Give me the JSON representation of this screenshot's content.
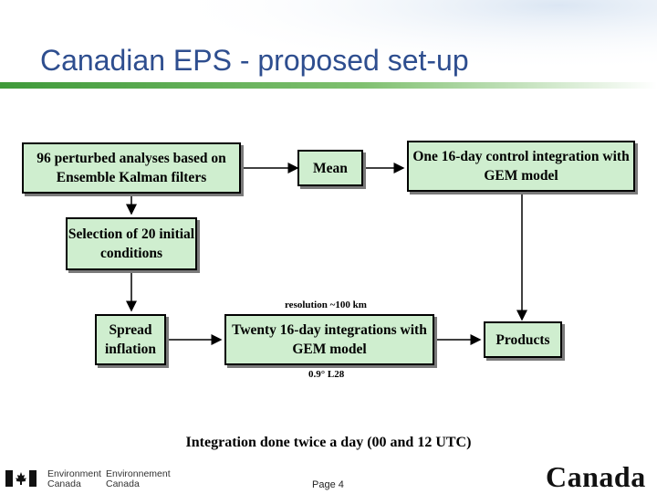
{
  "slide": {
    "title": "Canadian EPS - proposed set-up",
    "page_label": "Page 4"
  },
  "boxes": {
    "perturbed": "96 perturbed analyses based on Ensemble Kalman filters",
    "mean": "Mean",
    "control": "One 16-day control integration with GEM model",
    "selection": "Selection of 20 initial conditions",
    "spread": "Spread inflation",
    "twenty": "Twenty 16-day integrations with GEM model",
    "products": "Products"
  },
  "labels": {
    "resolution": "resolution ~100 km",
    "grid": "0.9° L28",
    "integration_note": "Integration done twice a day (00 and 12 UTC)"
  },
  "footer": {
    "dept_en_1": "Environment",
    "dept_en_2": "Canada",
    "dept_fr_1": "Environnement",
    "dept_fr_2": "Canada",
    "wordmark": "Canada"
  },
  "colors": {
    "title": "#2e4e8f",
    "box_fill": "#cfeecf",
    "accent_green": "#3f9a3a",
    "flag_red": "#d52b1e"
  }
}
